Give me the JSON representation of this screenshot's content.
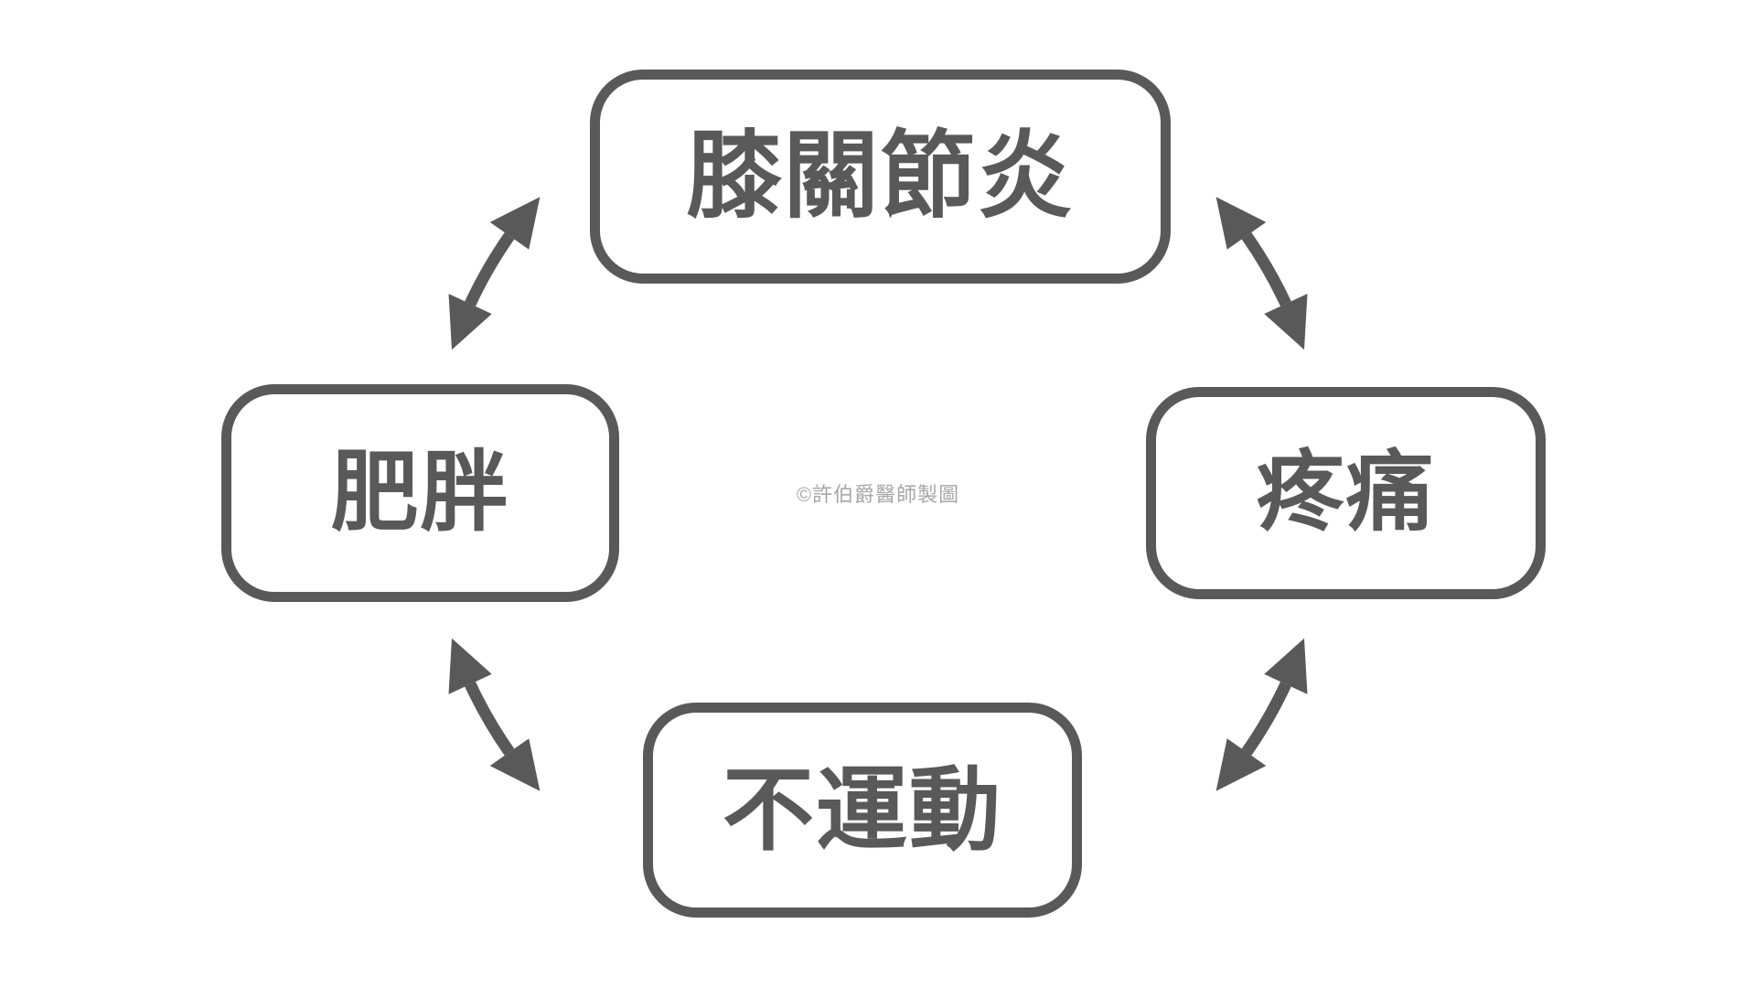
{
  "diagram": {
    "type": "cycle-diagram",
    "watermark": "©許伯爵醫師製圖",
    "nodes": [
      {
        "id": "knee-arthritis",
        "label": "膝關節炎",
        "position": "top"
      },
      {
        "id": "pain",
        "label": "疼痛",
        "position": "right"
      },
      {
        "id": "no-exercise",
        "label": "不運動",
        "position": "bottom"
      },
      {
        "id": "obesity",
        "label": "肥胖",
        "position": "left"
      }
    ],
    "connections": [
      {
        "from": "obesity",
        "to": "knee-arthritis",
        "bidirectional": true
      },
      {
        "from": "knee-arthritis",
        "to": "pain",
        "bidirectional": true
      },
      {
        "from": "pain",
        "to": "no-exercise",
        "bidirectional": true
      },
      {
        "from": "no-exercise",
        "to": "obesity",
        "bidirectional": true
      }
    ],
    "colors": {
      "outline": "#595959",
      "text": "#595959",
      "arrow": "#595959",
      "watermark": "#a6a6a6",
      "background": "#ffffff"
    }
  }
}
